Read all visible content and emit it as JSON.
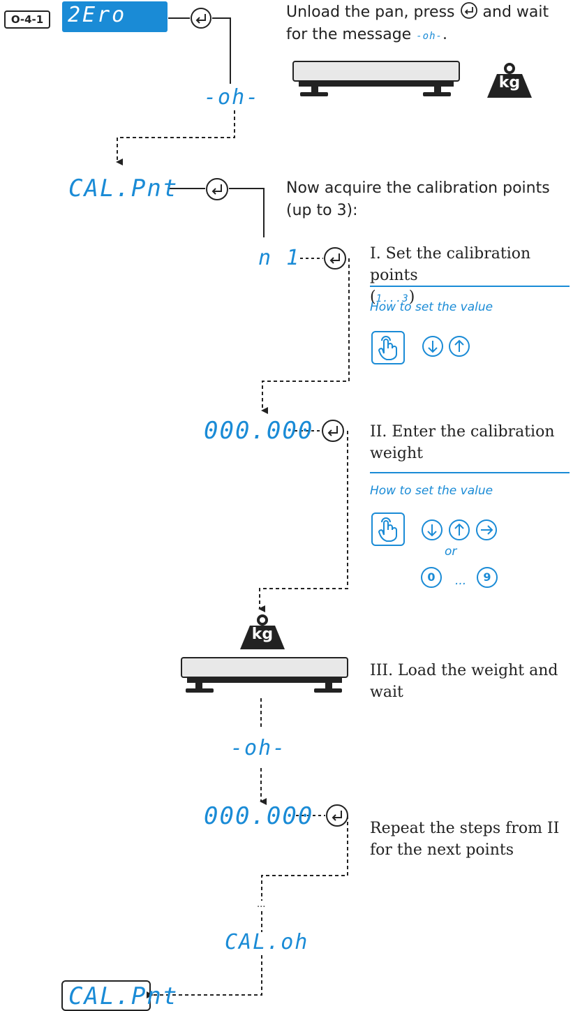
{
  "header": {
    "badge": "O-4-1",
    "display": "2Ero"
  },
  "steps": {
    "zero": {
      "text_line1": "Unload the pan, press",
      "text_line1b": "and wait",
      "text_line2": "for the message",
      "msg": "-oh-",
      "period": "."
    },
    "oh1": "-oh-",
    "calpnt": {
      "display": "CAL.Pnt",
      "text_line1": "Now acquire the calibration points",
      "text_line2": "(up to 3):"
    },
    "n1": {
      "display": "n  1",
      "label_line1": "I. Set the calibration points",
      "label_open": "(",
      "range": "1...3",
      "label_close": ")",
      "howto": "How to set the value"
    },
    "weight": {
      "display": "000.000",
      "label_line1": "II. Enter the calibration",
      "label_line2": "weight",
      "howto": "How to set the value",
      "or": "or",
      "digit_first": "0",
      "ellipsis": "...",
      "digit_last": "9"
    },
    "load": {
      "kg": "kg",
      "label_line1": "III. Load the weight and",
      "label_line2": "wait"
    },
    "oh2": "-oh-",
    "repeat": {
      "display": "000.000",
      "label_line1": "Repeat the steps from II",
      "label_line2": "for the next points",
      "dots": "..."
    },
    "caloh": "CAL.oh",
    "final": "CAL.Pnt"
  },
  "scale_top": {
    "kg": "kg"
  },
  "colors": {
    "accent": "#1a8bd6",
    "ink": "#222222",
    "pan_fill": "#e8e8e8"
  },
  "icons": [
    "enter-icon",
    "hand-press-icon",
    "arrow-down-icon",
    "arrow-up-icon",
    "arrow-right-icon",
    "weight-kg-icon",
    "scale-pan-icon"
  ]
}
